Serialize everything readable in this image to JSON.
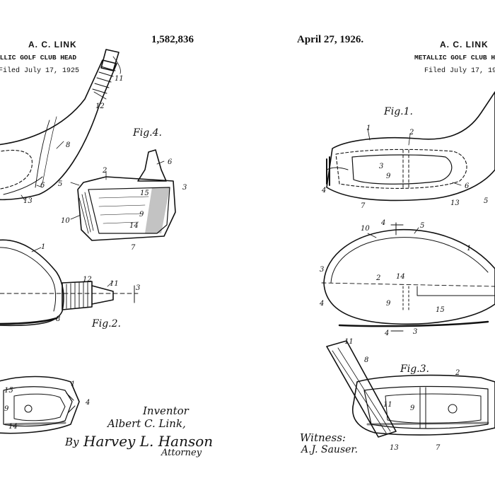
{
  "left_sheet": {
    "inventor_header": "A. C. LINK",
    "title": "ALLIC GOLF CLUB HEAD",
    "filed": "Filed July 17, 1925",
    "patent_number": "1,582,836",
    "fig_labels": {
      "fig2": "Fig.2.",
      "fig4": "Fig.4."
    },
    "inventor_label": "Inventor",
    "inventor_name": "Albert C. Link,",
    "by": "By",
    "attorney_name": "Harvey L. Hanson",
    "attorney_label": "Attorney"
  },
  "right_sheet": {
    "date": "April 27, 1926.",
    "inventor_header": "A. C. LINK",
    "title": "METALLIC GOLF CLUB H",
    "filed": "Filed July 17, 192",
    "fig_labels": {
      "fig1": "Fig.1.",
      "fig3": "Fig.3."
    },
    "witness_label": "Witness:",
    "witness_name": "A.J. Sauser."
  },
  "reference_numerals": {
    "left": [
      "11",
      "12",
      "8",
      "6",
      "13",
      "2",
      "6",
      "5",
      "15",
      "3",
      "9",
      "10",
      "14",
      "7",
      "1",
      "12",
      "11",
      "3",
      "8",
      "1",
      "15",
      "4",
      "9",
      "14"
    ],
    "right": [
      "1",
      "2",
      "3",
      "9",
      "4",
      "7",
      "6",
      "13",
      "5",
      "10",
      "4",
      "5",
      "1",
      "3",
      "2",
      "14",
      "9",
      "15",
      "4",
      "4",
      "3",
      "11",
      "8",
      "2",
      "11",
      "9",
      "13",
      "7"
    ]
  }
}
